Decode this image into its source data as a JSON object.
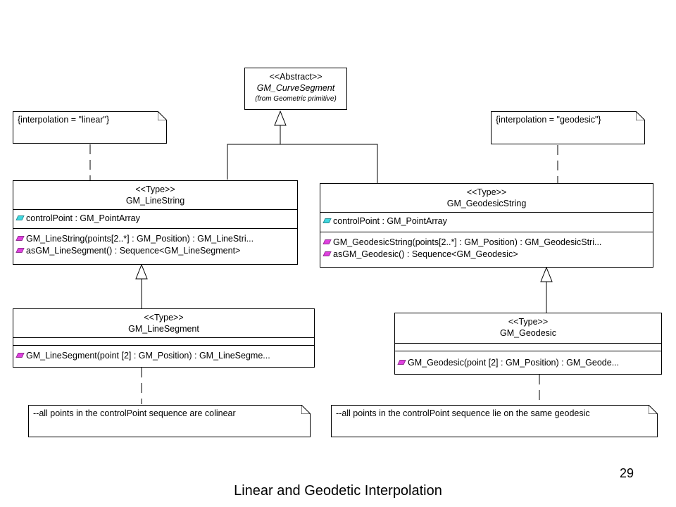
{
  "abstract_class": {
    "stereotype": "<<Abstract>>",
    "name": "GM_CurveSegment",
    "package": "(from Geometric primitive)"
  },
  "note_linear": "{interpolation = \"linear\"}",
  "note_geodesic": "{interpolation = \"geodesic\"}",
  "line_string": {
    "stereotype": "<<Type>>",
    "name": "GM_LineString",
    "attribute": "controlPoint : GM_PointArray",
    "operations": [
      "GM_LineString(points[2..*] : GM_Position) : GM_LineStri...",
      "asGM_LineSegment() : Sequence<GM_LineSegment>"
    ]
  },
  "geodesic_string": {
    "stereotype": "<<Type>>",
    "name": "GM_GeodesicString",
    "attribute": "controlPoint : GM_PointArray",
    "operations": [
      "GM_GeodesicString(points[2..*] : GM_Position) : GM_GeodesicStri...",
      "asGM_Geodesic() : Sequence<GM_Geodesic>"
    ]
  },
  "line_segment": {
    "stereotype": "<<Type>>",
    "name": "GM_LineSegment",
    "operation": "GM_LineSegment(point [2] : GM_Position) : GM_LineSegme..."
  },
  "geodesic": {
    "stereotype": "<<Type>>",
    "name": "GM_Geodesic",
    "operation": "GM_Geodesic(point [2] : GM_Position) : GM_Geode..."
  },
  "note_colinear": "--all points in the controlPoint sequence are colinear",
  "note_same_geodesic": "--all points in the controlPoint sequence lie on the same geodesic",
  "page_number": "29",
  "slide_title": "Linear and Geodetic Interpolation"
}
